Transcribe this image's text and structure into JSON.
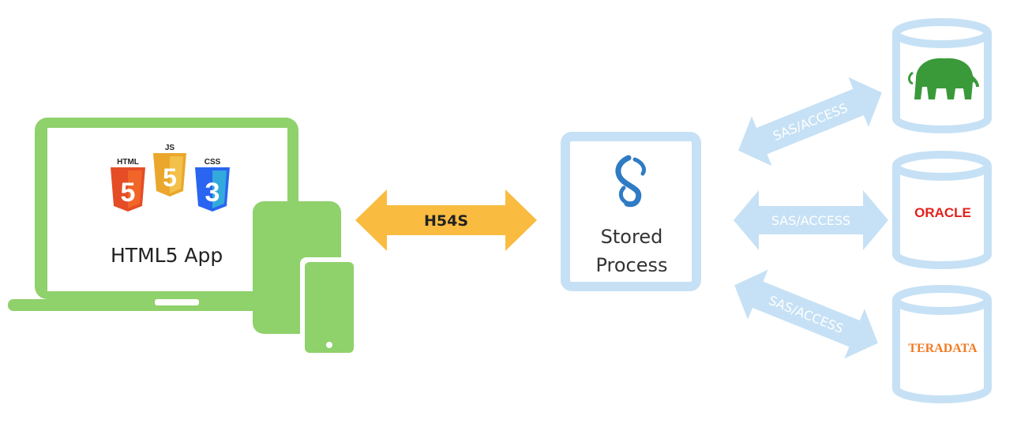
{
  "app": {
    "label": "HTML5 App",
    "tech_badges": [
      "HTML",
      "JS",
      "CSS"
    ],
    "device_icons": [
      "laptop-icon",
      "tablet-icon",
      "phone-icon"
    ]
  },
  "link": {
    "label": "H54S",
    "color": "#f9bc41"
  },
  "server": {
    "icon": "sas-logo-icon",
    "line1": "Stored",
    "line2": "Process"
  },
  "access_label": "SAS/ACCESS",
  "databases": [
    {
      "name": "hadoop",
      "icon": "elephant-icon"
    },
    {
      "name": "oracle",
      "logo_text": "ORACLE"
    },
    {
      "name": "teradata",
      "logo_text": "TERADATA"
    }
  ],
  "colors": {
    "device_green": "#8fd16b",
    "access_blue": "#c6e1f5",
    "html5_orange": "#e44d26",
    "js_yellow": "#eaa72b",
    "css_blue": "#2965f1",
    "oracle_red": "#e2211c",
    "teradata_orange": "#f27a23",
    "hadoop_green": "#3a9a3a"
  }
}
